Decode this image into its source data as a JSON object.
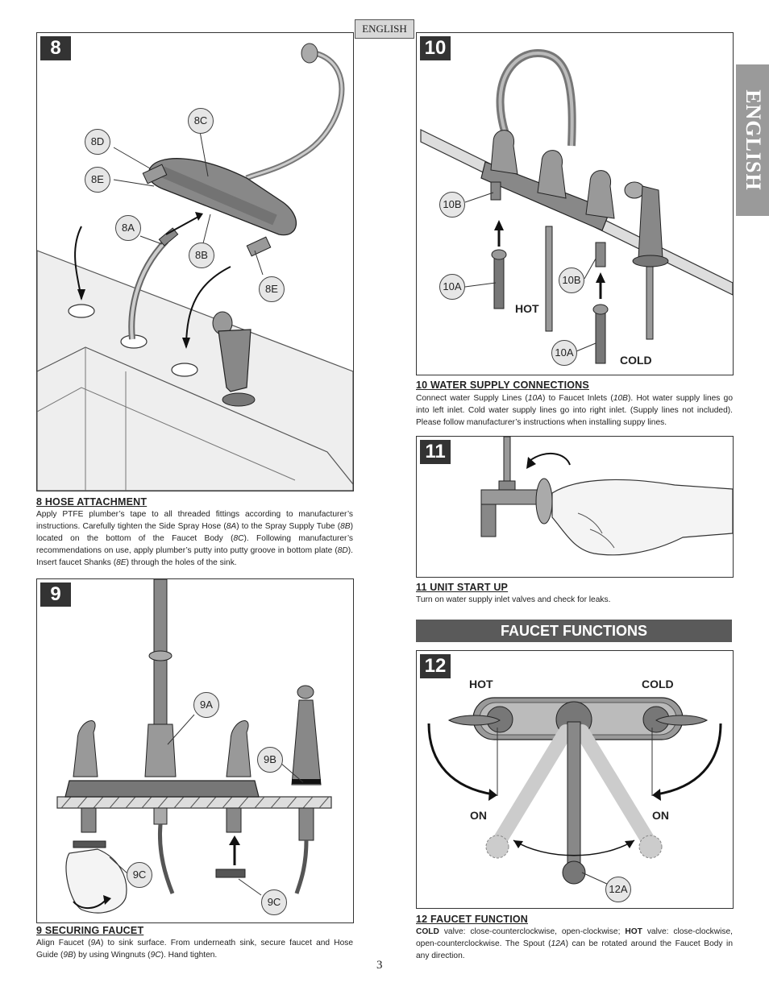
{
  "header": {
    "language_label": "ENGLISH",
    "side_tab": "ENGLISH"
  },
  "page_number": "3",
  "steps": {
    "s8": {
      "number": "8",
      "title": "8  HOSE ATTACHMENT",
      "body_parts": [
        "Apply PTFE plumber’s tape to all threaded fittings according to manufacturer’s instructions.  Carefully tighten the Side Spray Hose (",
        "8A",
        ") to the Spray Supply Tube (",
        "8B",
        ") located on the bottom of the Faucet Body (",
        "8C",
        ").   Following manufacturer’s recommendations on use, apply plumber’s putty into putty groove in bottom plate (",
        "8D",
        "). Insert faucet Shanks (",
        "8E",
        ") through the holes of the sink."
      ],
      "callouts": [
        "8C",
        "8D",
        "8E",
        "8A",
        "8B",
        "8E"
      ]
    },
    "s9": {
      "number": "9",
      "title": "9  SECURING FAUCET",
      "body_parts": [
        "Align Faucet (",
        "9A",
        ") to sink surface.  From underneath sink, secure faucet and Hose Guide (",
        "9B",
        ") by using Wingnuts (",
        "9C",
        ").  Hand tighten."
      ],
      "callouts": [
        "9A",
        "9B",
        "9C",
        "9C"
      ]
    },
    "s10": {
      "number": "10",
      "title": "10  WATER SUPPLY CONNECTIONS",
      "body_parts": [
        "Connect water Supply Lines (",
        "10A",
        ") to Faucet Inlets (",
        "10B",
        ").  Hot water supply lines go into left inlet.  Cold water supply lines go into right inlet.  (Supply lines  not included). Please follow manufacturer’s instructions when installing suppy lines."
      ],
      "callouts": [
        "10B",
        "10A",
        "10B",
        "10A"
      ],
      "labels": {
        "hot": "HOT",
        "cold": "COLD"
      }
    },
    "s11": {
      "number": "11",
      "title": "11  UNIT START UP",
      "body": "Turn on water supply inlet valves and check for leaks."
    },
    "functions_title": "FAUCET FUNCTIONS",
    "s12": {
      "number": "12",
      "title": "12   FAUCET FUNCTION",
      "body_parts": [
        "COLD",
        " valve: close-counterclockwise, open-clockwise; ",
        "HOT",
        " valve: close-clockwise, open-counterclockwise.  The Spout (",
        "12A",
        ") can be rotated around the Faucet Body in any direction."
      ],
      "labels": {
        "hot": "HOT",
        "cold": "COLD",
        "on_left": "ON",
        "on_right": "ON"
      },
      "callout": "12A"
    }
  }
}
